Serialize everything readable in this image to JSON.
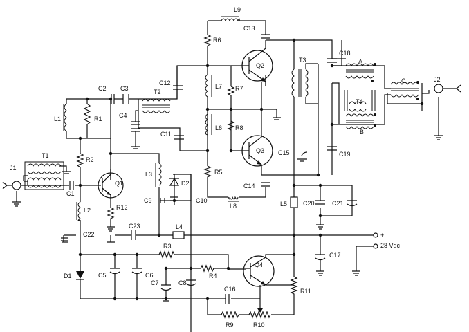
{
  "labels": {
    "J1": "J1",
    "J2": "J2",
    "T1": "T1",
    "T2": "T2",
    "T3": "T3",
    "T4": "T4",
    "L1": "L1",
    "L2": "L2",
    "L3": "L3",
    "L4": "L4",
    "L5": "L5",
    "L6": "L6",
    "L7": "L7",
    "L8": "L8",
    "L9": "L9",
    "R1": "R1",
    "R2": "R2",
    "R3": "R3",
    "R4": "R4",
    "R5": "R5",
    "R6": "R6",
    "R7": "R7",
    "R8": "R8",
    "R9": "R9",
    "R10": "R10",
    "R11": "R11",
    "R12": "R12",
    "C1": "C1",
    "C2": "C2",
    "C3": "C3",
    "C4": "C4",
    "C5": "C5",
    "C6": "C6",
    "C7": "C7",
    "C8": "C8",
    "C9": "C9",
    "C10": "C10",
    "C11": "C11",
    "C12": "C12",
    "C13": "C13",
    "C14": "C14",
    "C15": "C15",
    "C16": "C16",
    "C17": "C17",
    "C18": "C18",
    "C19": "C19",
    "C20": "C20",
    "C21": "C21",
    "C22": "C22",
    "C23": "C23",
    "Q1": "Q1",
    "Q2": "Q2",
    "Q3": "Q3",
    "Q4": "Q4",
    "D1": "D1",
    "D2": "D2",
    "A": "A",
    "B": "B",
    "C": "C",
    "plus": "+",
    "supply": "28 Vdc"
  }
}
